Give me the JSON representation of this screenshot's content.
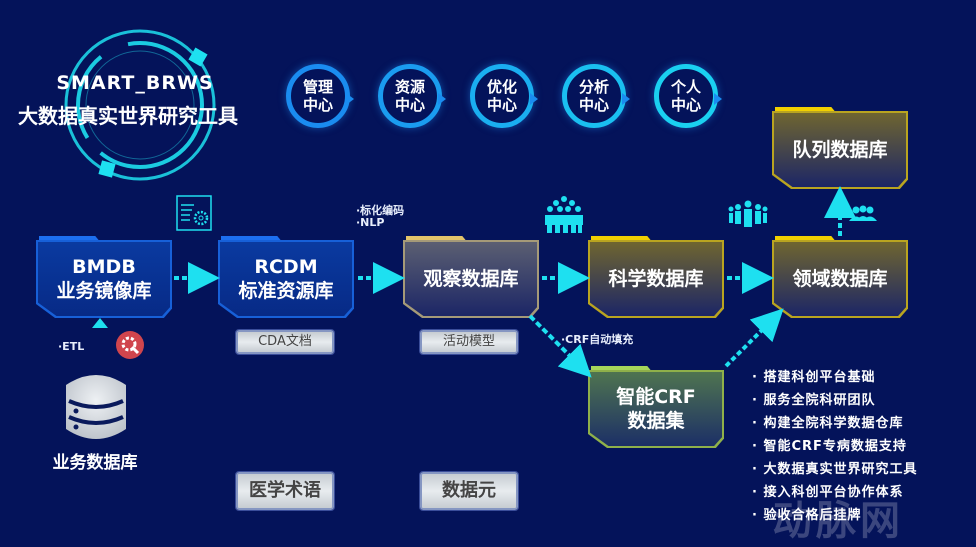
{
  "header": {
    "title": "SMART_BRWS",
    "subtitle": "大数据真实世界研究工具"
  },
  "centers": [
    {
      "line1": "管理",
      "line2": "中心"
    },
    {
      "line1": "资源",
      "line2": "中心"
    },
    {
      "line1": "优化",
      "line2": "中心"
    },
    {
      "line1": "分析",
      "line2": "中心"
    },
    {
      "line1": "个人",
      "line2": "中心"
    }
  ],
  "boxes": {
    "bmdb": {
      "line1": "BMDB",
      "line2": "业务镜像库"
    },
    "rcdm": {
      "line1": "RCDM",
      "line2": "标准资源库"
    },
    "observe": {
      "line1": "观察数据库"
    },
    "science": {
      "line1": "科学数据库"
    },
    "domain": {
      "line1": "领域数据库"
    },
    "cohort": {
      "line1": "队列数据库"
    },
    "crf": {
      "line1": "智能CRF",
      "line2": "数据集"
    }
  },
  "tags": {
    "cda": "CDA文档",
    "activity": "活动模型",
    "terms": "医学术语",
    "elements": "数据元"
  },
  "notes": {
    "std": "·标化编码",
    "nlp": "·NLP",
    "etl": "·ETL",
    "crf_fill": "·CRF自动填充"
  },
  "source_db": "业务数据库",
  "features": [
    "搭建科创平台基础",
    "服务全院科研团队",
    "构建全院科学数据仓库",
    "智能CRF专病数据支持",
    "大数据真实世界研究工具",
    "接入科创平台协作体系",
    "验收合格后挂牌"
  ],
  "watermark": "动脉网",
  "colors": {
    "background": "#04135a",
    "cyan": "#1ee0f0",
    "blue": "#1a8cf0",
    "gold": "#f2d000",
    "green": "#a6d65a"
  }
}
